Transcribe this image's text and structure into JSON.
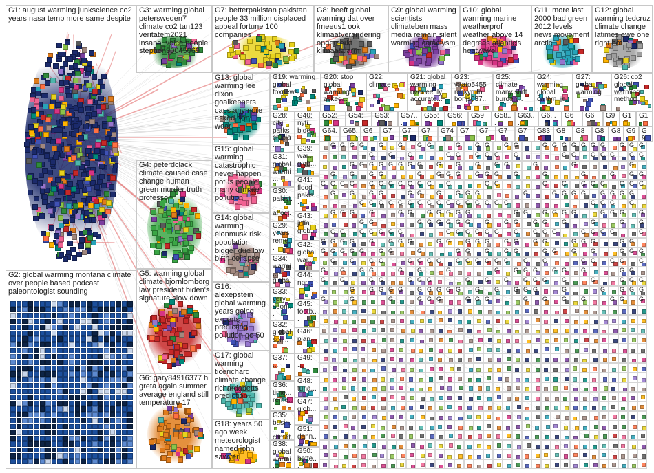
{
  "groups": [
    {
      "id": "G1",
      "label": "G1: august warming junkscience co2 years nasa temp more same despite"
    },
    {
      "id": "G2",
      "label": "G2: global warming montana climate over people based podcast paleontologist sounding"
    },
    {
      "id": "G3",
      "label": "G3: warming global petersweden7 climate co2 tan123 veritatem2021 insane_voice people stephen90045069"
    },
    {
      "id": "G4",
      "label": "G4: peterdclack climate caused case change human green murder truth professor"
    },
    {
      "id": "G5",
      "label": "G5: warming global climate bjornlomborg law president biden's signature slow down"
    },
    {
      "id": "G6",
      "label": "G6: gary84916377 hi greta again summer average england still temperature 17"
    },
    {
      "id": "G7",
      "label": "G7: betterpakistan pakistan people 33 million displaced appeal fortune 100 companies"
    },
    {
      "id": "G8",
      "label": "G8: heeft global warming dat over fmeeus1 ook klimaatverandering opgemerkt klimaatalarm"
    },
    {
      "id": "G9",
      "label": "G9: global warming scientists climateben mass media remain silent warming cataclysm"
    },
    {
      "id": "G10",
      "label": "G10: global warming marine weatherprof weather above 14 degrees atlantic's heatwave"
    },
    {
      "id": "G11",
      "label": "G11: more last 2000 bad green 2012 levels news movement arctic"
    },
    {
      "id": "G12",
      "label": "G12: global warming tedcruz climate change latimes ewe one right hot"
    },
    {
      "id": "G13",
      "label": "G13: global warming lee dixon goalkeepers caps anymore asked don wear"
    },
    {
      "id": "G14",
      "label": "G14: global warming elonmusk risk population bigger due low birth collapse"
    },
    {
      "id": "G15",
      "label": "G15: global warming catastrophic never happen potus people many climate pollution"
    },
    {
      "id": "G16",
      "label": "G16: alexepstein global warming years going experts predicting pollution go 50"
    },
    {
      "id": "G17",
      "label": "G17: global warming ticerichard climate change richardabetts prediction"
    },
    {
      "id": "G18",
      "label": "G18: years 50 ago week meteorologist named john sawyer"
    },
    {
      "id": "G19",
      "label": "G19: warming global foxnews..."
    },
    {
      "id": "G20",
      "label": "G20: stop global warming asked..."
    },
    {
      "id": "G21",
      "label": "G21: global warming over eerily accurate..."
    },
    {
      "id": "G22",
      "label": "G22: climate"
    },
    {
      "id": "G23",
      "label": "G23: vaato5455 rockymtn... bonjs037..."
    },
    {
      "id": "G24",
      "label": "G24: warming global caitlyn_je..."
    },
    {
      "id": "G25",
      "label": "G25: climate many shift burden..."
    },
    {
      "id": "G26",
      "label": "G26: co2 global warming method..."
    },
    {
      "id": "G27",
      "label": "G27: global warming"
    },
    {
      "id": "G28",
      "label": "G28: city parks crucia..."
    },
    {
      "id": "G29",
      "label": "G29: years reme..."
    },
    {
      "id": "G30",
      "label": "G30: pakist... affect..."
    },
    {
      "id": "G31",
      "label": "G31: global warmi..."
    },
    {
      "id": "G32",
      "label": "G32: global soil..."
    },
    {
      "id": "G33",
      "label": "G33: very soon..."
    },
    {
      "id": "G34",
      "label": "G34: warmi... globa..."
    },
    {
      "id": "G35",
      "label": "G35: busin... climat..."
    },
    {
      "id": "G36",
      "label": "G36: time... reme..."
    },
    {
      "id": "G37",
      "label": "G37: ..."
    },
    {
      "id": "G38",
      "label": "G38: global warmi..."
    },
    {
      "id": "G39",
      "label": "G39: war... glob..."
    },
    {
      "id": "G40",
      "label": "G40: nyti... bide..."
    },
    {
      "id": "G41",
      "label": "G41: flood pakis..."
    },
    {
      "id": "G42",
      "label": "G42: global war..."
    },
    {
      "id": "G43",
      "label": "G43: julia... glob..."
    },
    {
      "id": "G44",
      "label": "G44: npr..."
    },
    {
      "id": "G45",
      "label": "G45: footb..."
    },
    {
      "id": "G46",
      "label": "G46: plan..."
    },
    {
      "id": "G47",
      "label": "G47: glob..."
    },
    {
      "id": "G48",
      "label": "G48: tuna..."
    },
    {
      "id": "G49",
      "label": "G49: ..."
    },
    {
      "id": "G50",
      "label": "G50: bette..."
    },
    {
      "id": "G51",
      "label": "G51: dann..."
    },
    {
      "id": "G52",
      "label": "G52:"
    },
    {
      "id": "G53",
      "label": "G53:"
    },
    {
      "id": "G54",
      "label": "G54:"
    },
    {
      "id": "G55",
      "label": "G55:"
    },
    {
      "id": "G56",
      "label": "G56:"
    },
    {
      "id": "G57",
      "label": "G57..."
    },
    {
      "id": "G58",
      "label": "G58..."
    },
    {
      "id": "G59",
      "label": "G59"
    },
    {
      "id": "G60",
      "label": "G6..."
    },
    {
      "id": "G61",
      "label": "G6"
    },
    {
      "id": "G62",
      "label": "G6"
    },
    {
      "id": "G63",
      "label": "G63..."
    },
    {
      "id": "G64",
      "label": "G64..."
    },
    {
      "id": "G65",
      "label": "G65..."
    },
    {
      "id": "G66",
      "label": "G6"
    },
    {
      "id": "G67",
      "label": "G7"
    },
    {
      "id": "G68",
      "label": "G7"
    },
    {
      "id": "G69",
      "label": "G7"
    },
    {
      "id": "G70",
      "label": "G7"
    },
    {
      "id": "G71",
      "label": "G7"
    },
    {
      "id": "G72",
      "label": "G7"
    },
    {
      "id": "G73",
      "label": "G7"
    },
    {
      "id": "G74",
      "label": "G74"
    },
    {
      "id": "G75",
      "label": "G8"
    },
    {
      "id": "G83",
      "label": "G83"
    },
    {
      "id": "G84",
      "label": "G8"
    },
    {
      "id": "G85",
      "label": "G8"
    },
    {
      "id": "G86",
      "label": "G8"
    },
    {
      "id": "G87",
      "label": "G9"
    },
    {
      "id": "G88",
      "label": "G9"
    },
    {
      "id": "G89",
      "label": "G9"
    },
    {
      "id": "G90",
      "label": "G1"
    },
    {
      "id": "G91",
      "label": "G1"
    }
  ],
  "small_cell_label": "G",
  "colors": {
    "edge": "#e06060",
    "edge_gray": "#b8b8b8",
    "border": "#c8c8c8",
    "g1": "#1b2a6b",
    "g2": "#1c4f9c",
    "g3": "#2f8a3c",
    "g4": "#3aa645",
    "g5": "#c62828",
    "g6": "#e07c1c",
    "g7": "#e8d21d",
    "g8": "#5a5a5a",
    "g9": "#7b3fa0",
    "g10": "#d63384",
    "g11": "#27a3b8",
    "g12": "#9e9e9e"
  }
}
